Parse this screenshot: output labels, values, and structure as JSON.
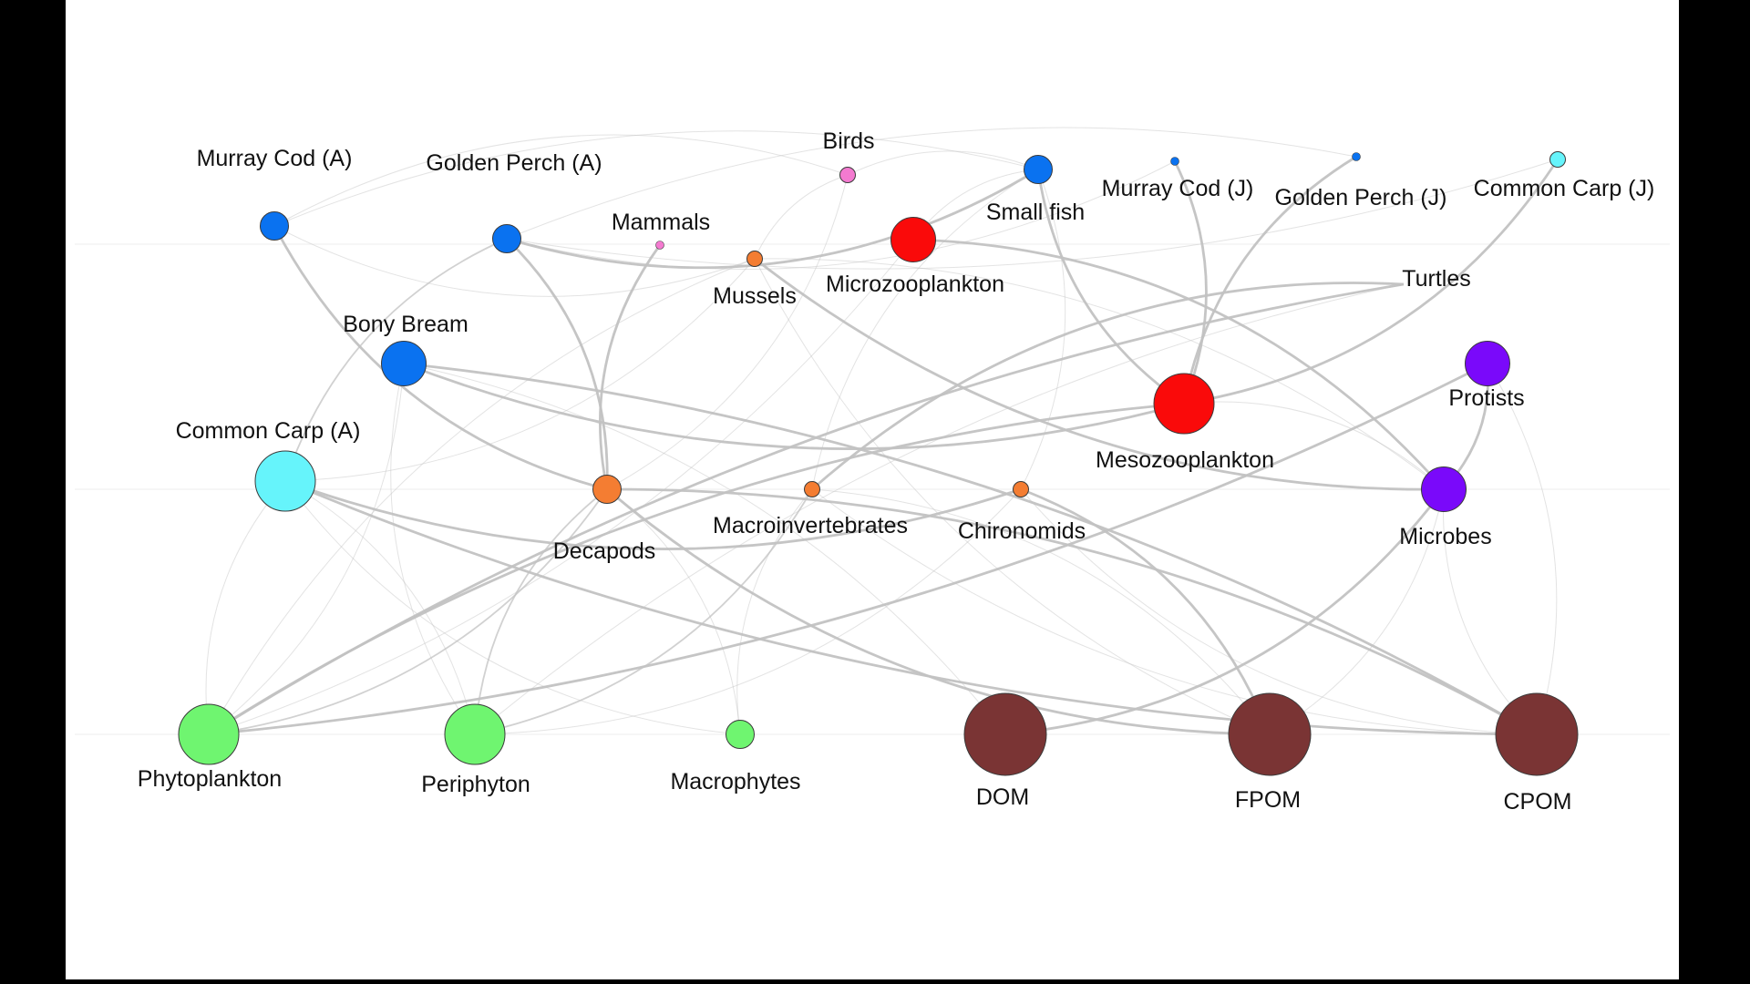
{
  "colors": {
    "fish": "#0a72f0",
    "carp": "#66f4fb",
    "birds_mammals": "#f47ad0",
    "invertebrates": "#f47d32",
    "zooplankton": "#fa0a0a",
    "microbial": "#7a09fa",
    "producers": "#6ff570",
    "organic_matter": "#7a3434",
    "edge": "#c2c2c2",
    "background": "#ffffff",
    "frame": "#000000"
  },
  "nodes": [
    {
      "id": "murray_cod_a",
      "label": "Murray Cod (A)",
      "group": "fish",
      "size": "small"
    },
    {
      "id": "golden_perch_a",
      "label": "Golden Perch (A)",
      "group": "fish",
      "size": "small"
    },
    {
      "id": "birds",
      "label": "Birds",
      "group": "birds_mammals",
      "size": "tiny"
    },
    {
      "id": "small_fish",
      "label": "Small fish",
      "group": "fish",
      "size": "small"
    },
    {
      "id": "murray_cod_j",
      "label": "Murray Cod (J)",
      "group": "fish",
      "size": "dot"
    },
    {
      "id": "golden_perch_j",
      "label": "Golden Perch (J)",
      "group": "fish",
      "size": "dot"
    },
    {
      "id": "common_carp_j",
      "label": "Common Carp (J)",
      "group": "carp",
      "size": "tiny"
    },
    {
      "id": "mammals",
      "label": "Mammals",
      "group": "birds_mammals",
      "size": "dot"
    },
    {
      "id": "mussels",
      "label": "Mussels",
      "group": "invertebrates",
      "size": "tiny"
    },
    {
      "id": "microzooplankton",
      "label": "Microzooplankton",
      "group": "zooplankton",
      "size": "medium"
    },
    {
      "id": "turtles",
      "label": "Turtles",
      "group": "fish",
      "size": "none"
    },
    {
      "id": "bony_bream",
      "label": "Bony Bream",
      "group": "fish",
      "size": "medium"
    },
    {
      "id": "protists",
      "label": "Protists",
      "group": "microbial",
      "size": "medium"
    },
    {
      "id": "mesozooplankton",
      "label": "Mesozooplankton",
      "group": "zooplankton",
      "size": "large"
    },
    {
      "id": "common_carp_a",
      "label": "Common Carp (A)",
      "group": "carp",
      "size": "large"
    },
    {
      "id": "decapods",
      "label": "Decapods",
      "group": "invertebrates",
      "size": "small"
    },
    {
      "id": "macroinvertebrates",
      "label": "Macroinvertebrates",
      "group": "invertebrates",
      "size": "tiny"
    },
    {
      "id": "chironomids",
      "label": "Chironomids",
      "group": "invertebrates",
      "size": "tiny"
    },
    {
      "id": "microbes",
      "label": "Microbes",
      "group": "microbial",
      "size": "medium"
    },
    {
      "id": "phytoplankton",
      "label": "Phytoplankton",
      "group": "producers",
      "size": "large"
    },
    {
      "id": "periphyton",
      "label": "Periphyton",
      "group": "producers",
      "size": "large"
    },
    {
      "id": "macrophytes",
      "label": "Macrophytes",
      "group": "producers",
      "size": "small"
    },
    {
      "id": "dom",
      "label": "DOM",
      "group": "organic_matter",
      "size": "xlarge"
    },
    {
      "id": "fpom",
      "label": "FPOM",
      "group": "organic_matter",
      "size": "xlarge"
    },
    {
      "id": "cpom",
      "label": "CPOM",
      "group": "organic_matter",
      "size": "xlarge"
    }
  ],
  "edges": [
    {
      "from": "murray_cod_a",
      "to": "decapods",
      "weight": "strong"
    },
    {
      "from": "golden_perch_a",
      "to": "decapods",
      "weight": "strong"
    },
    {
      "from": "golden_perch_a",
      "to": "small_fish",
      "weight": "strong"
    },
    {
      "from": "common_carp_a",
      "to": "golden_perch_a",
      "weight": "medium"
    },
    {
      "from": "mammals",
      "to": "decapods",
      "weight": "strong"
    },
    {
      "from": "mesozooplankton",
      "to": "small_fish",
      "weight": "strong"
    },
    {
      "from": "mesozooplankton",
      "to": "murray_cod_j",
      "weight": "strong"
    },
    {
      "from": "mesozooplankton",
      "to": "golden_perch_j",
      "weight": "strong"
    },
    {
      "from": "mesozooplankton",
      "to": "common_carp_j",
      "weight": "strong"
    },
    {
      "from": "mesozooplankton",
      "to": "bony_bream",
      "weight": "strong"
    },
    {
      "from": "microbes",
      "to": "microzooplankton",
      "weight": "strong"
    },
    {
      "from": "microbes",
      "to": "mussels",
      "weight": "strong"
    },
    {
      "from": "microbes",
      "to": "protists",
      "weight": "strong"
    },
    {
      "from": "microbes",
      "to": "dom",
      "weight": "strong"
    },
    {
      "from": "cpom",
      "to": "bony_bream",
      "weight": "strong"
    },
    {
      "from": "cpom",
      "to": "common_carp_a",
      "weight": "strong"
    },
    {
      "from": "cpom",
      "to": "decapods",
      "weight": "strong"
    },
    {
      "from": "fpom",
      "to": "decapods",
      "weight": "strong"
    },
    {
      "from": "fpom",
      "to": "chironomids",
      "weight": "strong"
    },
    {
      "from": "phytoplankton",
      "to": "turtles",
      "weight": "strong"
    },
    {
      "from": "phytoplankton",
      "to": "protists",
      "weight": "strong"
    },
    {
      "from": "phytoplankton",
      "to": "mesozooplankton",
      "weight": "strong"
    },
    {
      "from": "phytoplankton",
      "to": "decapods",
      "weight": "medium"
    },
    {
      "from": "periphyton",
      "to": "decapods",
      "weight": "medium"
    },
    {
      "from": "periphyton",
      "to": "macroinvertebrates",
      "weight": "medium"
    },
    {
      "from": "macroinvertebrates",
      "to": "turtles",
      "weight": "strong"
    },
    {
      "from": "common_carp_a",
      "to": "chironomids",
      "weight": "strong"
    },
    {
      "from": "murray_cod_a",
      "to": "small_fish",
      "weight": "weak"
    },
    {
      "from": "murray_cod_a",
      "to": "mussels",
      "weight": "weak"
    },
    {
      "from": "murray_cod_a",
      "to": "birds",
      "weight": "weak"
    },
    {
      "from": "golden_perch_a",
      "to": "murray_cod_j",
      "weight": "weak"
    },
    {
      "from": "golden_perch_a",
      "to": "golden_perch_j",
      "weight": "weak"
    },
    {
      "from": "golden_perch_a",
      "to": "common_carp_j",
      "weight": "weak"
    },
    {
      "from": "birds",
      "to": "small_fish",
      "weight": "weak"
    },
    {
      "from": "birds",
      "to": "mussels",
      "weight": "weak"
    },
    {
      "from": "birds",
      "to": "decapods",
      "weight": "weak"
    },
    {
      "from": "small_fish",
      "to": "macroinvertebrates",
      "weight": "weak"
    },
    {
      "from": "small_fish",
      "to": "chironomids",
      "weight": "weak"
    },
    {
      "from": "small_fish",
      "to": "microzooplankton",
      "weight": "weak"
    },
    {
      "from": "bony_bream",
      "to": "phytoplankton",
      "weight": "weak"
    },
    {
      "from": "bony_bream",
      "to": "periphyton",
      "weight": "weak"
    },
    {
      "from": "bony_bream",
      "to": "dom",
      "weight": "weak"
    },
    {
      "from": "mussels",
      "to": "phytoplankton",
      "weight": "weak"
    },
    {
      "from": "mussels",
      "to": "microbes",
      "weight": "weak"
    },
    {
      "from": "mussels",
      "to": "fpom",
      "weight": "weak"
    },
    {
      "from": "microzooplankton",
      "to": "phytoplankton",
      "weight": "weak"
    },
    {
      "from": "macroinvertebrates",
      "to": "macrophytes",
      "weight": "weak"
    },
    {
      "from": "macroinvertebrates",
      "to": "fpom",
      "weight": "weak"
    },
    {
      "from": "macroinvertebrates",
      "to": "cpom",
      "weight": "weak"
    },
    {
      "from": "chironomids",
      "to": "periphyton",
      "weight": "weak"
    },
    {
      "from": "chironomids",
      "to": "cpom",
      "weight": "weak"
    },
    {
      "from": "decapods",
      "to": "macrophytes",
      "weight": "weak"
    },
    {
      "from": "common_carp_a",
      "to": "phytoplankton",
      "weight": "weak"
    },
    {
      "from": "common_carp_a",
      "to": "periphyton",
      "weight": "weak"
    },
    {
      "from": "common_carp_a",
      "to": "macrophytes",
      "weight": "weak"
    },
    {
      "from": "microbes",
      "to": "fpom",
      "weight": "weak"
    },
    {
      "from": "microbes",
      "to": "cpom",
      "weight": "weak"
    },
    {
      "from": "mesozooplankton",
      "to": "microbes",
      "weight": "weak"
    },
    {
      "from": "turtles",
      "to": "periphyton",
      "weight": "weak"
    },
    {
      "from": "protists",
      "to": "cpom",
      "weight": "weak"
    },
    {
      "from": "common_carp_a",
      "to": "mussels",
      "weight": "weak"
    }
  ]
}
